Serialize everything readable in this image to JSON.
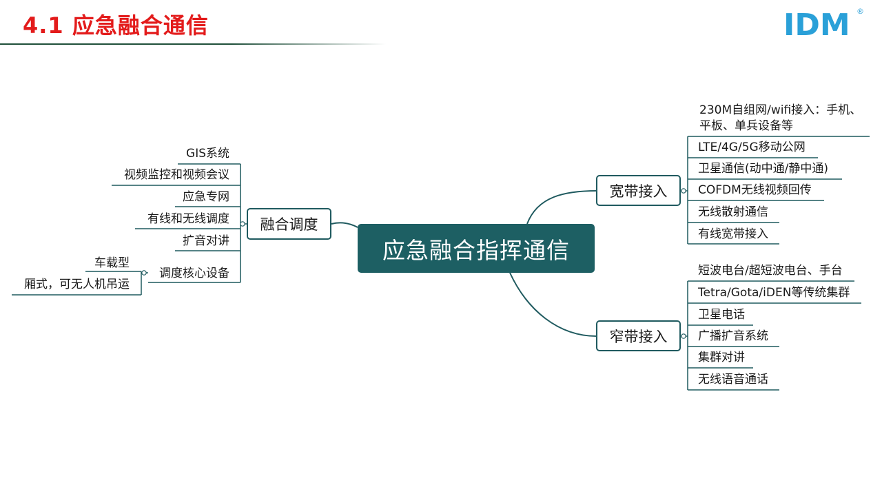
{
  "header": {
    "title": "4.1  应急融合通信",
    "logo": {
      "text": "IDM",
      "mark": "®"
    }
  },
  "mindmap": {
    "root": "应急融合指挥通信",
    "fusion": {
      "label": "融合调度",
      "items": [
        "GIS系统",
        "视频监控和视频会议",
        "应急专网",
        "有线和无线调度",
        "扩音对讲",
        "调度核心设备"
      ],
      "core_children": [
        "车载型",
        "厢式，可无人机吊运"
      ]
    },
    "broadband": {
      "label": "宽带接入",
      "items": [
        "230M自组网/wifi接入：手机、",
        "平板、单兵设备等",
        "LTE/4G/5G移动公网",
        "卫星通信(动中通/静中通)",
        "COFDM无线视频回传",
        "无线散射通信",
        "有线宽带接入"
      ]
    },
    "narrowband": {
      "label": "窄带接入",
      "items": [
        "短波电台/超短波电台、手台",
        "Tetra/Gota/iDEN等传统集群",
        "卫星电话",
        "广播扩音系统",
        "集群对讲",
        "无线语音通话"
      ]
    }
  },
  "colors": {
    "title": "#e31b1b",
    "node": "#1d5f63",
    "logo": "#2aa0d8"
  }
}
